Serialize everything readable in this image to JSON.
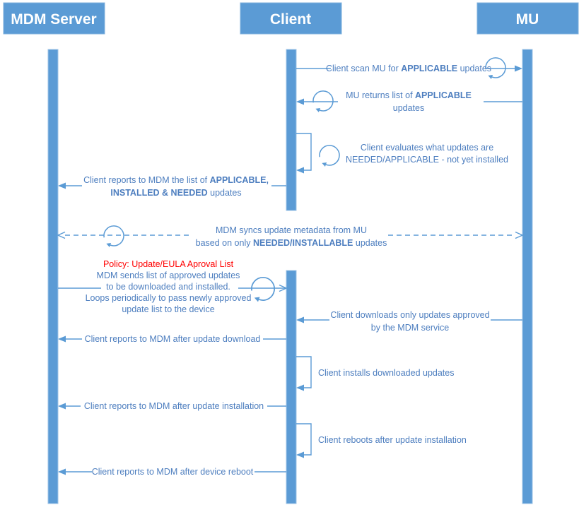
{
  "actors": {
    "mdm": "MDM Server",
    "client": "Client",
    "mu": "MU"
  },
  "colors": {
    "accent": "#5B9BD5",
    "label_text": "#4D7EBF",
    "policy_text": "#FF0000",
    "header_text": "#FFFFFF"
  },
  "messages": {
    "scan": {
      "pre": "Client scan MU for ",
      "bold": "APPLICABLE",
      "post": " updates"
    },
    "returns": {
      "pre": "MU returns list of ",
      "bold": "APPLICABLE",
      "line2": "updates"
    },
    "evaluates": {
      "line1": "Client evaluates what updates are",
      "line2": "NEEDED/APPLICABLE - not yet installed"
    },
    "report_list": {
      "pre": "Client reports to MDM the list of ",
      "bold1": "APPLICABLE,",
      "bold2": "INSTALLED & NEEDED",
      "post": " updates"
    },
    "sync": {
      "line1": "MDM syncs update metadata from MU",
      "pre": "based on only ",
      "bold": "NEEDED/INSTALLABLE",
      "post": " updates"
    },
    "policy": "Policy: Update/EULA Aproval List",
    "approved": {
      "line1": "MDM sends list of approved updates",
      "line2": "to be downloaded and installed.",
      "line3": "Loops periodically to pass newly approved",
      "line4": "update list to the device"
    },
    "downloads": {
      "line1": "Client downloads only updates approved",
      "line2": "by the MDM service"
    },
    "report_download": "Client reports to MDM after update download",
    "installs": "Client installs downloaded updates",
    "report_install": "Client reports to MDM after update installation",
    "reboots": "Client reboots after update installation",
    "report_reboot": "Client reports to MDM after device reboot"
  }
}
